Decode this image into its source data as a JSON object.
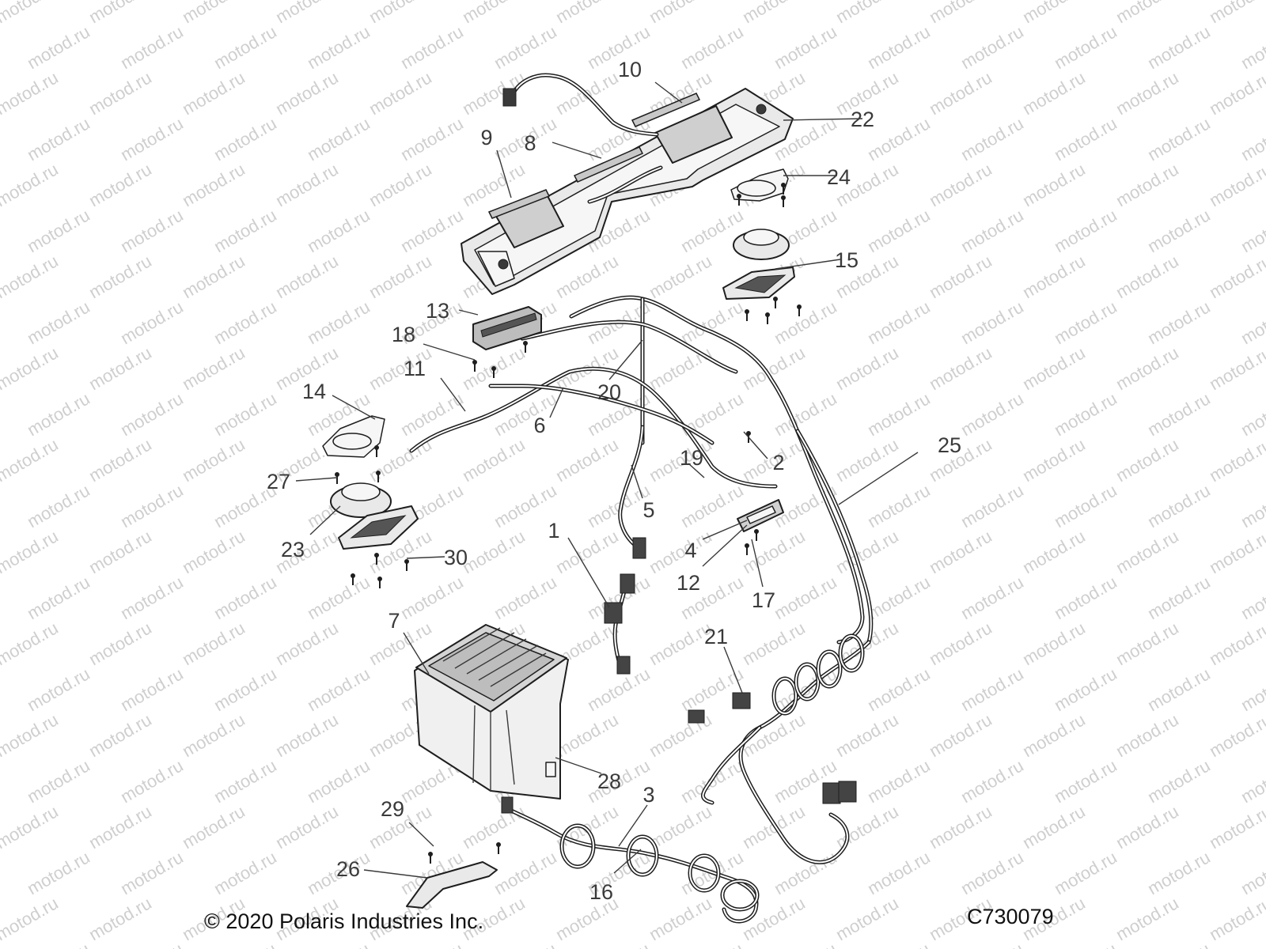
{
  "watermark": "motod.ru",
  "copyright": "© 2020 Polaris Industries Inc.",
  "diagram_code": "C730079",
  "callouts": [
    {
      "id": "10",
      "label": "10"
    },
    {
      "id": "22",
      "label": "22"
    },
    {
      "id": "9",
      "label": "9"
    },
    {
      "id": "8",
      "label": "8"
    },
    {
      "id": "24",
      "label": "24"
    },
    {
      "id": "15",
      "label": "15"
    },
    {
      "id": "13",
      "label": "13"
    },
    {
      "id": "18",
      "label": "18"
    },
    {
      "id": "11",
      "label": "11"
    },
    {
      "id": "20",
      "label": "20"
    },
    {
      "id": "14",
      "label": "14"
    },
    {
      "id": "6",
      "label": "6"
    },
    {
      "id": "25",
      "label": "25"
    },
    {
      "id": "2",
      "label": "2"
    },
    {
      "id": "19",
      "label": "19"
    },
    {
      "id": "27",
      "label": "27"
    },
    {
      "id": "5",
      "label": "5"
    },
    {
      "id": "1",
      "label": "1"
    },
    {
      "id": "23",
      "label": "23"
    },
    {
      "id": "4",
      "label": "4"
    },
    {
      "id": "30",
      "label": "30"
    },
    {
      "id": "12",
      "label": "12"
    },
    {
      "id": "17",
      "label": "17"
    },
    {
      "id": "7",
      "label": "7"
    },
    {
      "id": "21",
      "label": "21"
    },
    {
      "id": "28",
      "label": "28"
    },
    {
      "id": "3",
      "label": "3"
    },
    {
      "id": "29",
      "label": "29"
    },
    {
      "id": "26",
      "label": "26"
    },
    {
      "id": "16",
      "label": "16"
    }
  ]
}
